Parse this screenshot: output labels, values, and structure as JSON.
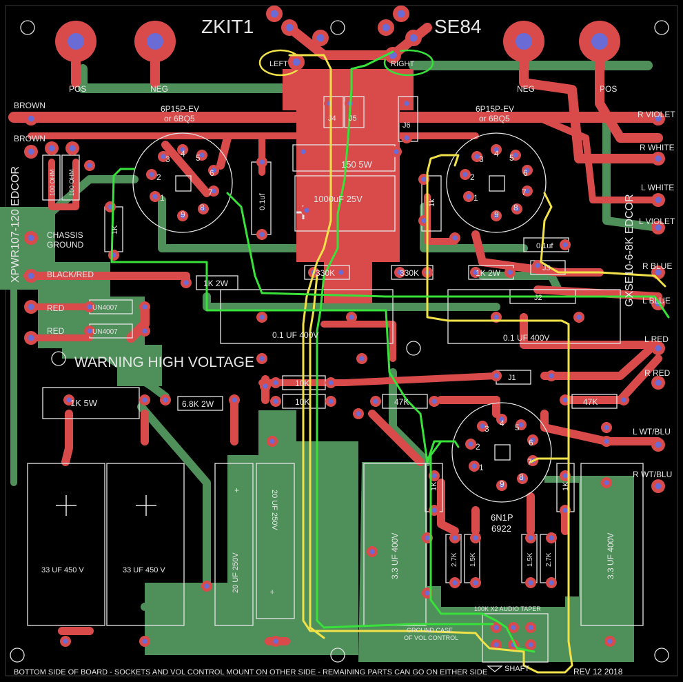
{
  "board": {
    "title_left": "ZKIT1",
    "title_right": "SE84",
    "colors": {
      "background": "#000000",
      "board": "#000000",
      "copper_top": "#d94b4b",
      "copper_bottom": "#4e8f5a",
      "drill": "#6b6bd6",
      "silkscreen": "#e6e6e6",
      "wire_green": "#38e23a",
      "wire_yellow": "#f2e24a"
    }
  },
  "labels": {
    "left_ch": "LEFT",
    "right_ch": "RIGHT",
    "pos_l": "POS",
    "neg_l": "NEG",
    "neg_r": "NEG",
    "pos_r": "POS",
    "brown1": "BROWN",
    "brown2": "BROWN",
    "tube_l1": "6P15P-EV",
    "tube_l2": "or 6BQ5",
    "tube_r1": "6P15P-EV",
    "tube_r2": "or 6BQ5",
    "j4": "J4",
    "j5": "J5",
    "j6": "J6",
    "r_violet": "R VIOLET",
    "r_white": "R WHITE",
    "l_white": "L WHITE",
    "l_violet": "L VIOLET",
    "r_blue": "R BLUE",
    "l_blue": "L BLUE",
    "l_red": "L RED",
    "r_red": "R RED",
    "l_wtblu": "L WT/BLU",
    "r_wtblu": "R WT/BLU",
    "xfmr_power": "XPWR107-120 EDCOR",
    "xfmr_out": "GXSE10-6-8K EDCOR",
    "chassis_ground_1": "CHASSIS",
    "chassis_ground_2": "GROUND",
    "black_red": "BLACK/RED",
    "red1": "RED",
    "red2": "RED",
    "diode1": "UN4007",
    "diode2": "UN4007",
    "warning": "WARNING HIGH VOLTAGE",
    "r_100ohm_a": "100 OHM",
    "r_100ohm_b": "100 OHM",
    "r_1k_a": "1K",
    "cap_01uf": "0.1uf",
    "r_150_5w": "150 5W",
    "cap_1000uf": "1000uF 25V",
    "r_1k_b": "1k",
    "cap_01uf_b": "0.1uf",
    "r_1k2w_a": "1K 2W",
    "r_330k_a": "330K",
    "r_330k_b": "330K",
    "r_1k2w_b": "1K 2W",
    "j3": "J3",
    "j2": "J2",
    "cap_01_400_a": "0.1 UF 400V",
    "cap_01_400_b": "0.1 UF 400V",
    "r_10k_a": "10K",
    "r_10k_b": "10K",
    "r_47k_a": "47K",
    "r_47k_b": "47K",
    "j1": "J1",
    "r_1k5w": "1K 5W",
    "r_6k8_2w": "6.8K 2W",
    "cap_33_a": "33 UF 450 V",
    "cap_33_b": "33 UF 450 V",
    "cap_20_a": "20 UF 250V",
    "cap_20_b": "20 UF 250V",
    "cap_33uf_a": "3.3 UF 400V",
    "cap_33uf_b": "3.3 UF 400V",
    "r_1k_c": "1K",
    "r_1k_d": "1K",
    "tube_pre1": "6N1P",
    "tube_pre2": "6922",
    "r_27k_a": "2.7K",
    "r_15k_a": "1.5K",
    "r_15k_b": "1.5K",
    "r_27k_b": "2.7K",
    "pot": "100K X2 AUDIO TAPER",
    "ground_case_1": "GROUND CASE",
    "ground_case_2": "OF VOL CONTROL",
    "shaft": "SHAFT",
    "bottom_note": "BOTTOM SIDE OF BOARD - SOCKETS AND VOL CONTROL MOUNT ON OTHER SIDE - REMAINING PARTS CAN GO ON EITHER SIDE",
    "rev": "REV 12 2018"
  },
  "tube_pins": [
    "1",
    "2",
    "3",
    "4",
    "5",
    "6",
    "7",
    "8",
    "9"
  ],
  "preamp_pins": [
    "1",
    "2",
    "3",
    "4",
    "5",
    "6",
    "7",
    "8",
    "9"
  ]
}
